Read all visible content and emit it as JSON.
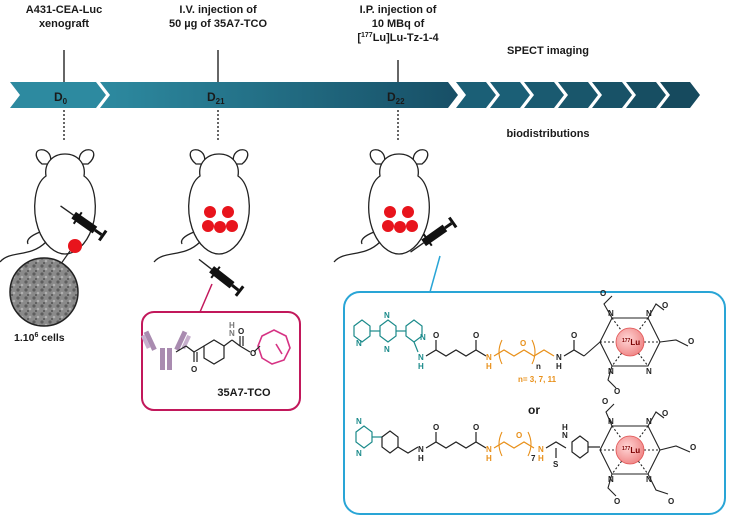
{
  "steps": {
    "xenograft": {
      "line1": "A431-CEA-Luc",
      "line2": "xenograft"
    },
    "iv": {
      "line1": "I.V. injection of",
      "line2": "50 µg of 35A7-TCO"
    },
    "ip": {
      "line1": "I.P. injection of",
      "line2": "10 MBq of",
      "line3": "[177Lu]Lu-Tz-1-4"
    }
  },
  "timeline": {
    "d0": "D0",
    "d21": "D21",
    "d22": "D22"
  },
  "readouts": {
    "spect": "SPECT imaging",
    "biodist": "biodistributions"
  },
  "cells_label": "1.10",
  "cells_sup": "6",
  "cells_suffix": " cells",
  "antibody_conjugate": "35A7-TCO",
  "chem": {
    "nlabel": "n",
    "sevenlabel": "7",
    "n_values": "n= 3, 7, 11",
    "or": "or",
    "lu_mass": "177",
    "lu_symbol": "Lu",
    "N": "N",
    "H": "H",
    "O": "O",
    "S": "S"
  },
  "colors": {
    "timeline": "#1e6f85",
    "tumor": "#e8141c",
    "box_pink": "#c2185b",
    "box_blue": "#29a5d6",
    "teal": "#1a8a8a",
    "orange": "#e8901a",
    "tco": "#d63384",
    "antibody": "#a98bb0"
  }
}
